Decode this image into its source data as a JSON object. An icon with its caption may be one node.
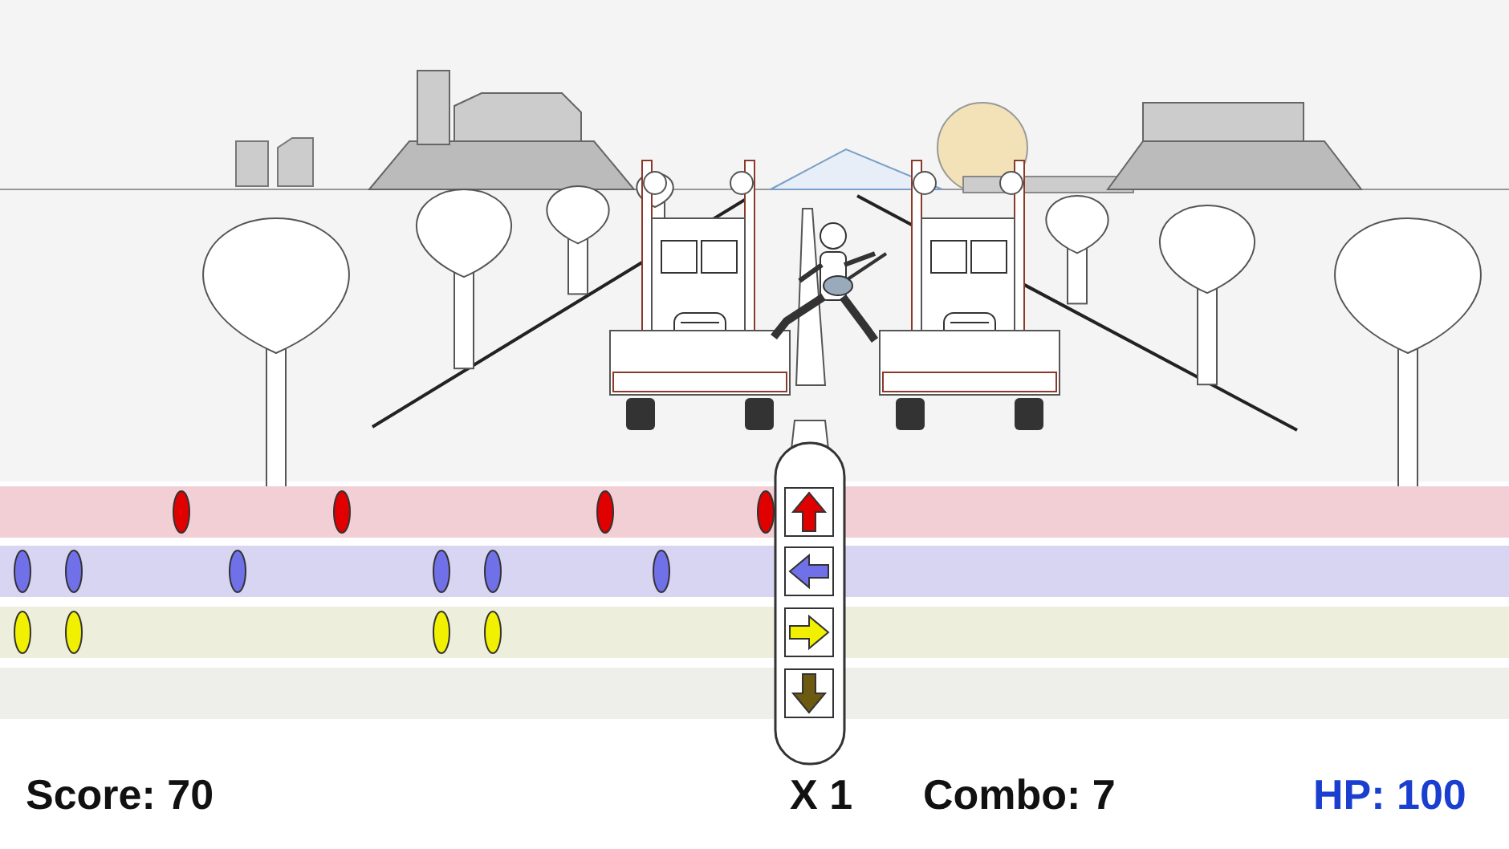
{
  "diagram": {
    "labels": [
      "Score: 70",
      "X 1",
      "Combo: 7",
      "HP: 100"
    ]
  }
}
